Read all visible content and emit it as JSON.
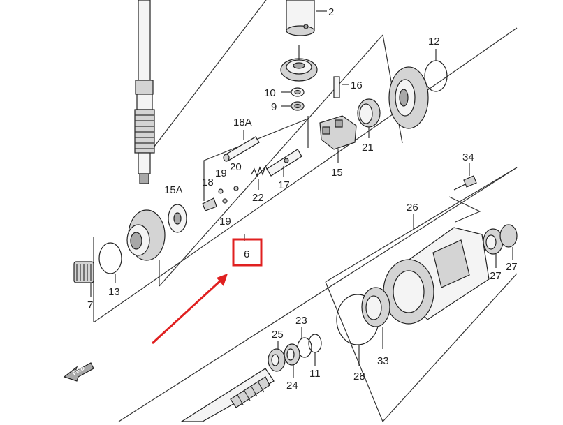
{
  "diagram": {
    "parts": [
      {
        "key": "p2",
        "label": "2"
      },
      {
        "key": "p12",
        "label": "12"
      },
      {
        "key": "p16",
        "label": "16"
      },
      {
        "key": "p10",
        "label": "10"
      },
      {
        "key": "p9",
        "label": "9"
      },
      {
        "key": "p18a",
        "label": "18A"
      },
      {
        "key": "p19a",
        "label": "19"
      },
      {
        "key": "p20",
        "label": "20"
      },
      {
        "key": "p21",
        "label": "21"
      },
      {
        "key": "p15a",
        "label": "15A"
      },
      {
        "key": "p18",
        "label": "18"
      },
      {
        "key": "p22",
        "label": "22"
      },
      {
        "key": "p17",
        "label": "17"
      },
      {
        "key": "p15",
        "label": "15"
      },
      {
        "key": "p34",
        "label": "34"
      },
      {
        "key": "p19b",
        "label": "19"
      },
      {
        "key": "p26",
        "label": "26"
      },
      {
        "key": "p6",
        "label": "6"
      },
      {
        "key": "p13",
        "label": "13"
      },
      {
        "key": "p7",
        "label": "7"
      },
      {
        "key": "p27a",
        "label": "27"
      },
      {
        "key": "p27b",
        "label": "27"
      },
      {
        "key": "p23",
        "label": "23"
      },
      {
        "key": "p25",
        "label": "25"
      },
      {
        "key": "p11",
        "label": "11"
      },
      {
        "key": "p33",
        "label": "33"
      },
      {
        "key": "p28",
        "label": "28"
      },
      {
        "key": "p24",
        "label": "24"
      }
    ],
    "highlight": {
      "part": "6",
      "color": "#e02020"
    },
    "fwd_label": "FWD"
  }
}
